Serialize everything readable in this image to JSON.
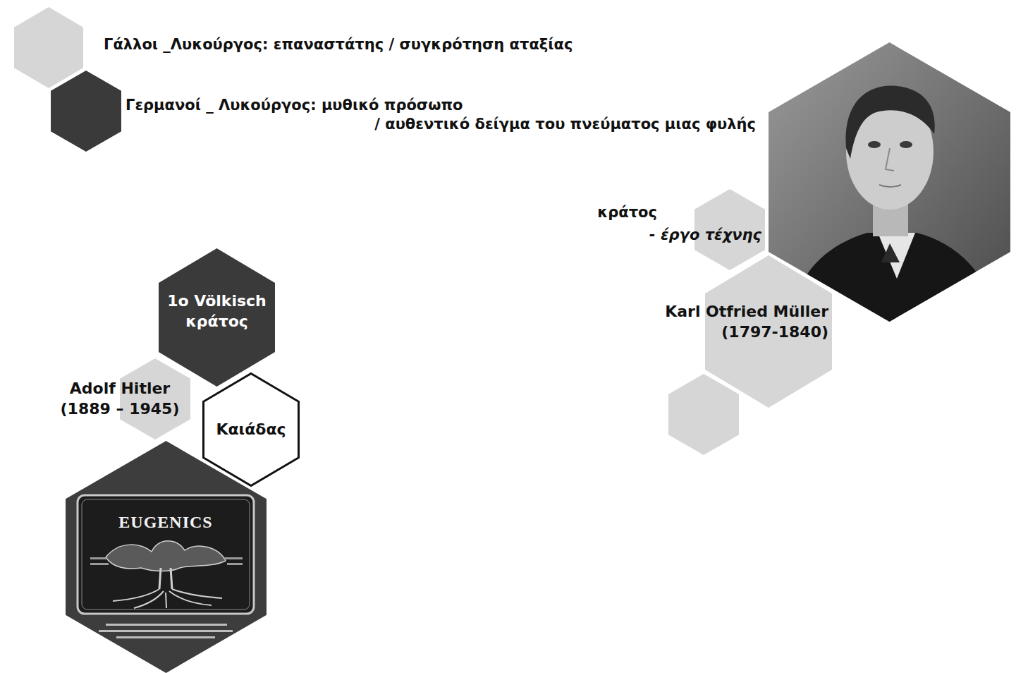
{
  "diagram": {
    "nodes": [
      {
        "text": [
          "Γάλλοι _Λυκούργος: επαναστάτης / συγκρότηση αταξίας"
        ]
      },
      {
        "text": [
          "Γερμανοί _ Λυκούργος: μυθικό πρόσωπο",
          "/ αυθεντικό δείγμα του πνεύματος μιας φυλής"
        ]
      },
      {
        "text": [
          "κράτος",
          "- έργο τέχνης"
        ]
      },
      {
        "text": [
          "1ο Völkisch κράτος"
        ]
      },
      {
        "text": [
          "Karl Otfried Müller (1797-1840)"
        ]
      },
      {
        "text": [
          "Adolf Hitler (1889 – 1945)"
        ]
      },
      {
        "text": [
          "Καιάδας"
        ]
      }
    ],
    "labels": [
      "EUGENICS"
    ]
  }
}
